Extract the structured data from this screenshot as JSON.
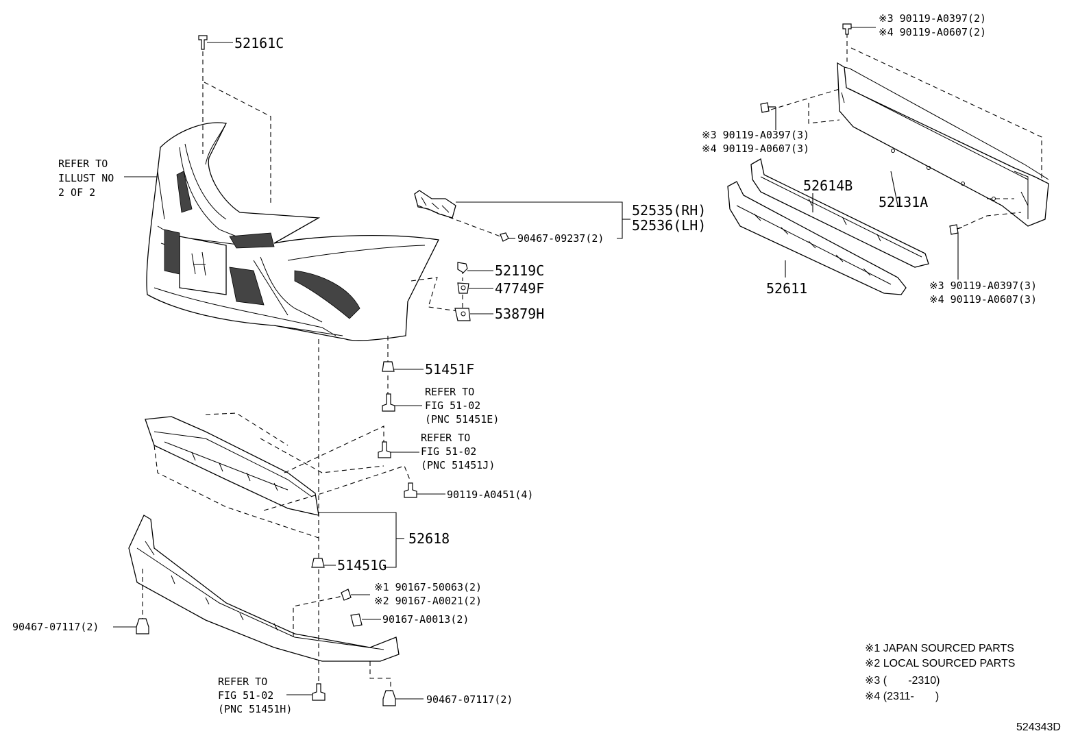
{
  "labels": {
    "p52161C": "52161C",
    "refer_illust_1": "REFER TO",
    "refer_illust_2": "ILLUST NO",
    "refer_illust_3": "2 OF 2",
    "p52535": "52535(RH)",
    "p52536": "52536(LH)",
    "p90467_09237": "90467-09237(2)",
    "p52119C": "52119C",
    "p47749F": "47749F",
    "p53879H": "53879H",
    "p51451F": "51451F",
    "refer_e_1": "REFER TO",
    "refer_e_2": "FIG 51-02",
    "refer_e_3": "(PNC 51451E)",
    "refer_j_1": "REFER TO",
    "refer_j_2": "FIG 51-02",
    "refer_j_3": "(PNC 51451J)",
    "p90119_A0451": "90119-A0451(4)",
    "p52618": "52618",
    "p51451G": "51451G",
    "p90167_50063": "※1 90167-50063(2)",
    "p90167_A0021": "※2 90167-A0021(2)",
    "p90167_A0013": "90167-A0013(2)",
    "p90467_07117_left": "90467-07117(2)",
    "refer_h_1": "REFER TO",
    "refer_h_2": "FIG 51-02",
    "refer_h_3": "(PNC 51451H)",
    "p90467_07117_right": "90467-07117(2)",
    "top_right_1": "※3 90119-A0397(2)",
    "top_right_2": "※4 90119-A0607(2)",
    "mid_right_1": "※3 90119-A0397(3)",
    "mid_right_2": "※4 90119-A0607(3)",
    "p52614B": "52614B",
    "p52131A": "52131A",
    "p52611": "52611",
    "low_right_1": "※3 90119-A0397(3)",
    "low_right_2": "※4 90119-A0607(3)"
  },
  "notes": {
    "n1": "※1 JAPAN SOURCED PARTS",
    "n2": "※2 LOCAL SOURCED PARTS",
    "n3": "※3 (       -2310)",
    "n4": "※4 (2311-       )"
  },
  "figure_id": "524343D"
}
